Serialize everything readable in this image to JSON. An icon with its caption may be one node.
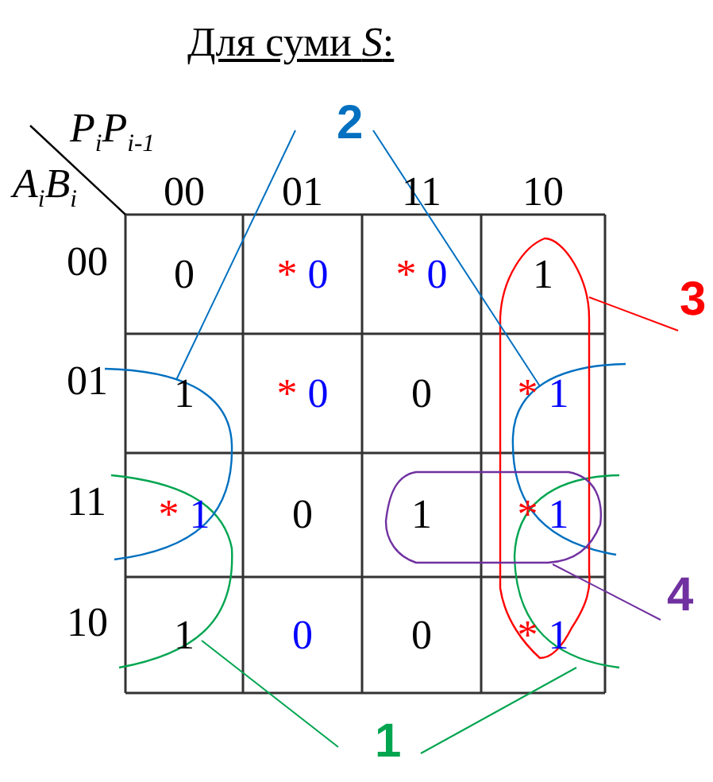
{
  "diagram": {
    "title": "Для суми *S*:",
    "nodes": [
      {
        "text": [
          "1"
        ]
      },
      {
        "text": [
          "2"
        ]
      },
      {
        "text": [
          "3"
        ]
      },
      {
        "text": [
          "4"
        ]
      },
      {
        "text": [],
        "shape": "oval"
      },
      {
        "text": [],
        "shape": "oval"
      },
      {
        "text": [],
        "shape": "oval"
      },
      {
        "text": [],
        "shape": "oval"
      },
      {
        "text": [],
        "shape": "oval"
      },
      {
        "text": [],
        "shape": "oval"
      }
    ],
    "edges": [
      {
        "from": 0,
        "to": 4,
        "arrow": "none",
        "color": "#00a550"
      },
      {
        "from": 0,
        "to": 5,
        "arrow": "none",
        "color": "#00a550"
      },
      {
        "from": 1,
        "to": 6,
        "arrow": "none",
        "color": "#0070c0"
      },
      {
        "from": 1,
        "to": 7,
        "arrow": "none",
        "color": "#0070c0"
      },
      {
        "from": 2,
        "to": 8,
        "arrow": "none",
        "color": "#ff0000"
      },
      {
        "from": 3,
        "to": 9,
        "arrow": "none",
        "color": "#7030a0"
      }
    ],
    "labels": [
      "P$_{i}$P$_{i-1}$",
      "A$_{i}$B$_{i}$",
      "00",
      "01",
      "11",
      "10",
      "00",
      "0",
      "* 0",
      "* 0",
      "1",
      "01",
      "1",
      "* 0",
      "0",
      "* 1",
      "11",
      "* 1",
      "0",
      "1",
      "* 1",
      "10",
      "1",
      "0",
      "0",
      "* 1"
    ]
  }
}
